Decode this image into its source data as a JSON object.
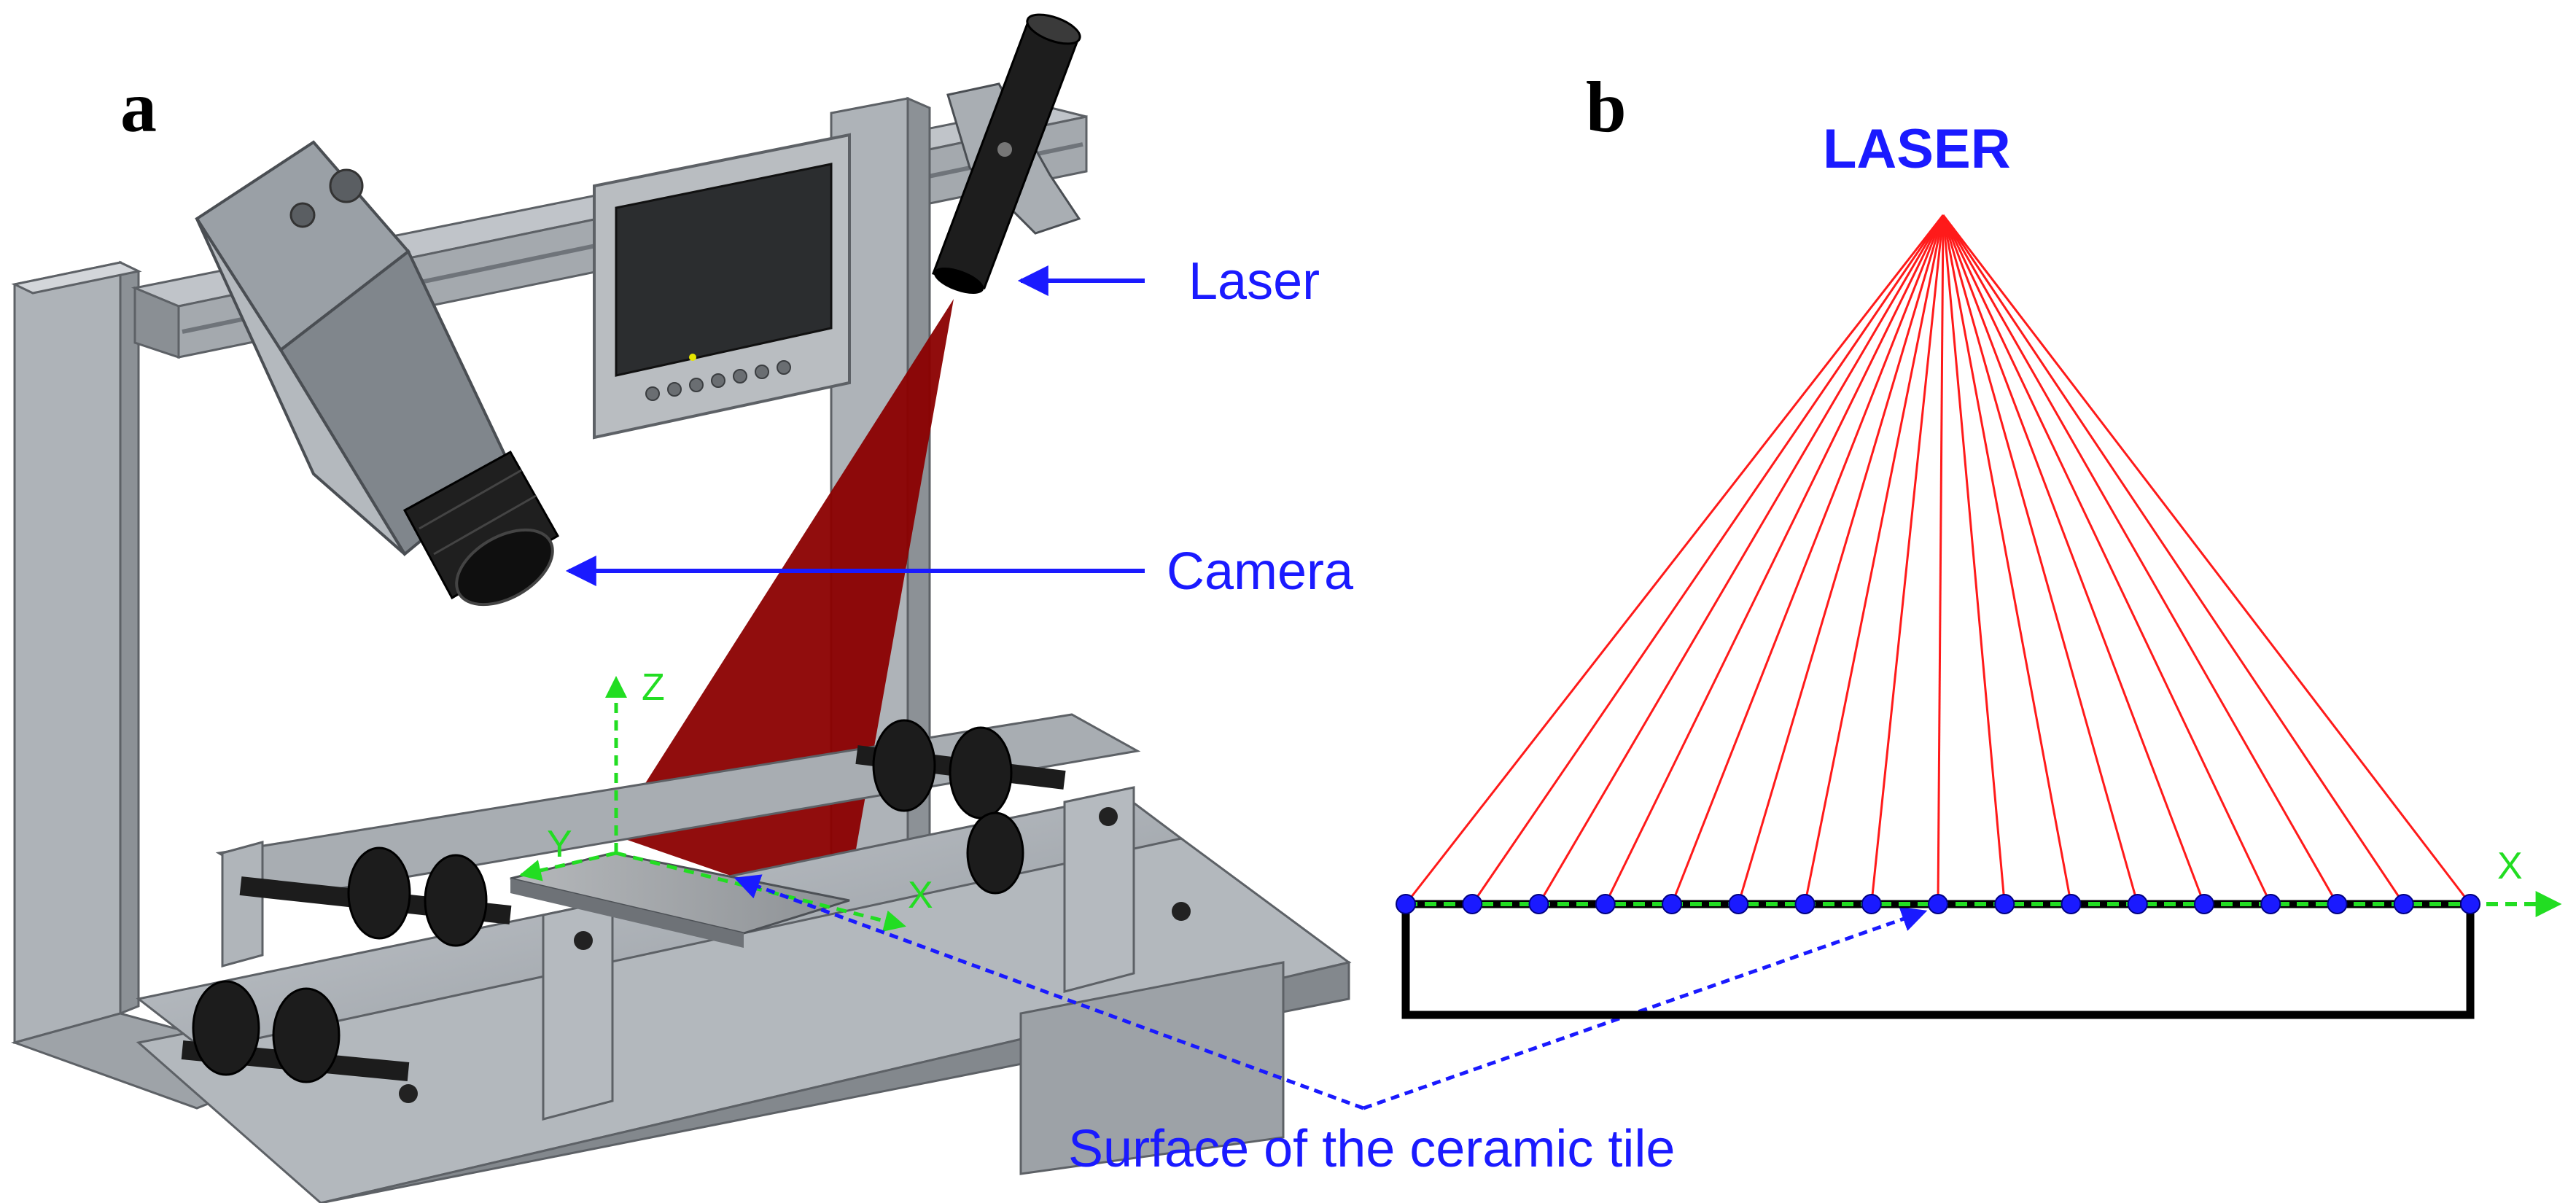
{
  "colors": {
    "label_blue": "#1a1aff",
    "laser_red": "#8b0000",
    "ray_red": "#ff1a1a",
    "axis_green": "#22dd22",
    "frame_grey": "#a9aeb4",
    "rubber_black": "#1c1c1c"
  },
  "panel_a": {
    "letter": "a",
    "labels": {
      "laser": "Laser",
      "camera": "Camera",
      "tile_surface": "Surface of the ceramic tile"
    },
    "axes": {
      "z": "Z",
      "y": "Y",
      "x": "X"
    }
  },
  "panel_b": {
    "letter": "b",
    "source_label": "LASER",
    "axis_x": "X",
    "scan_point_count": 17
  },
  "icons": {
    "camera": "industrial-camera-icon",
    "laser": "laser-module-icon",
    "monitor": "monitor-icon"
  }
}
